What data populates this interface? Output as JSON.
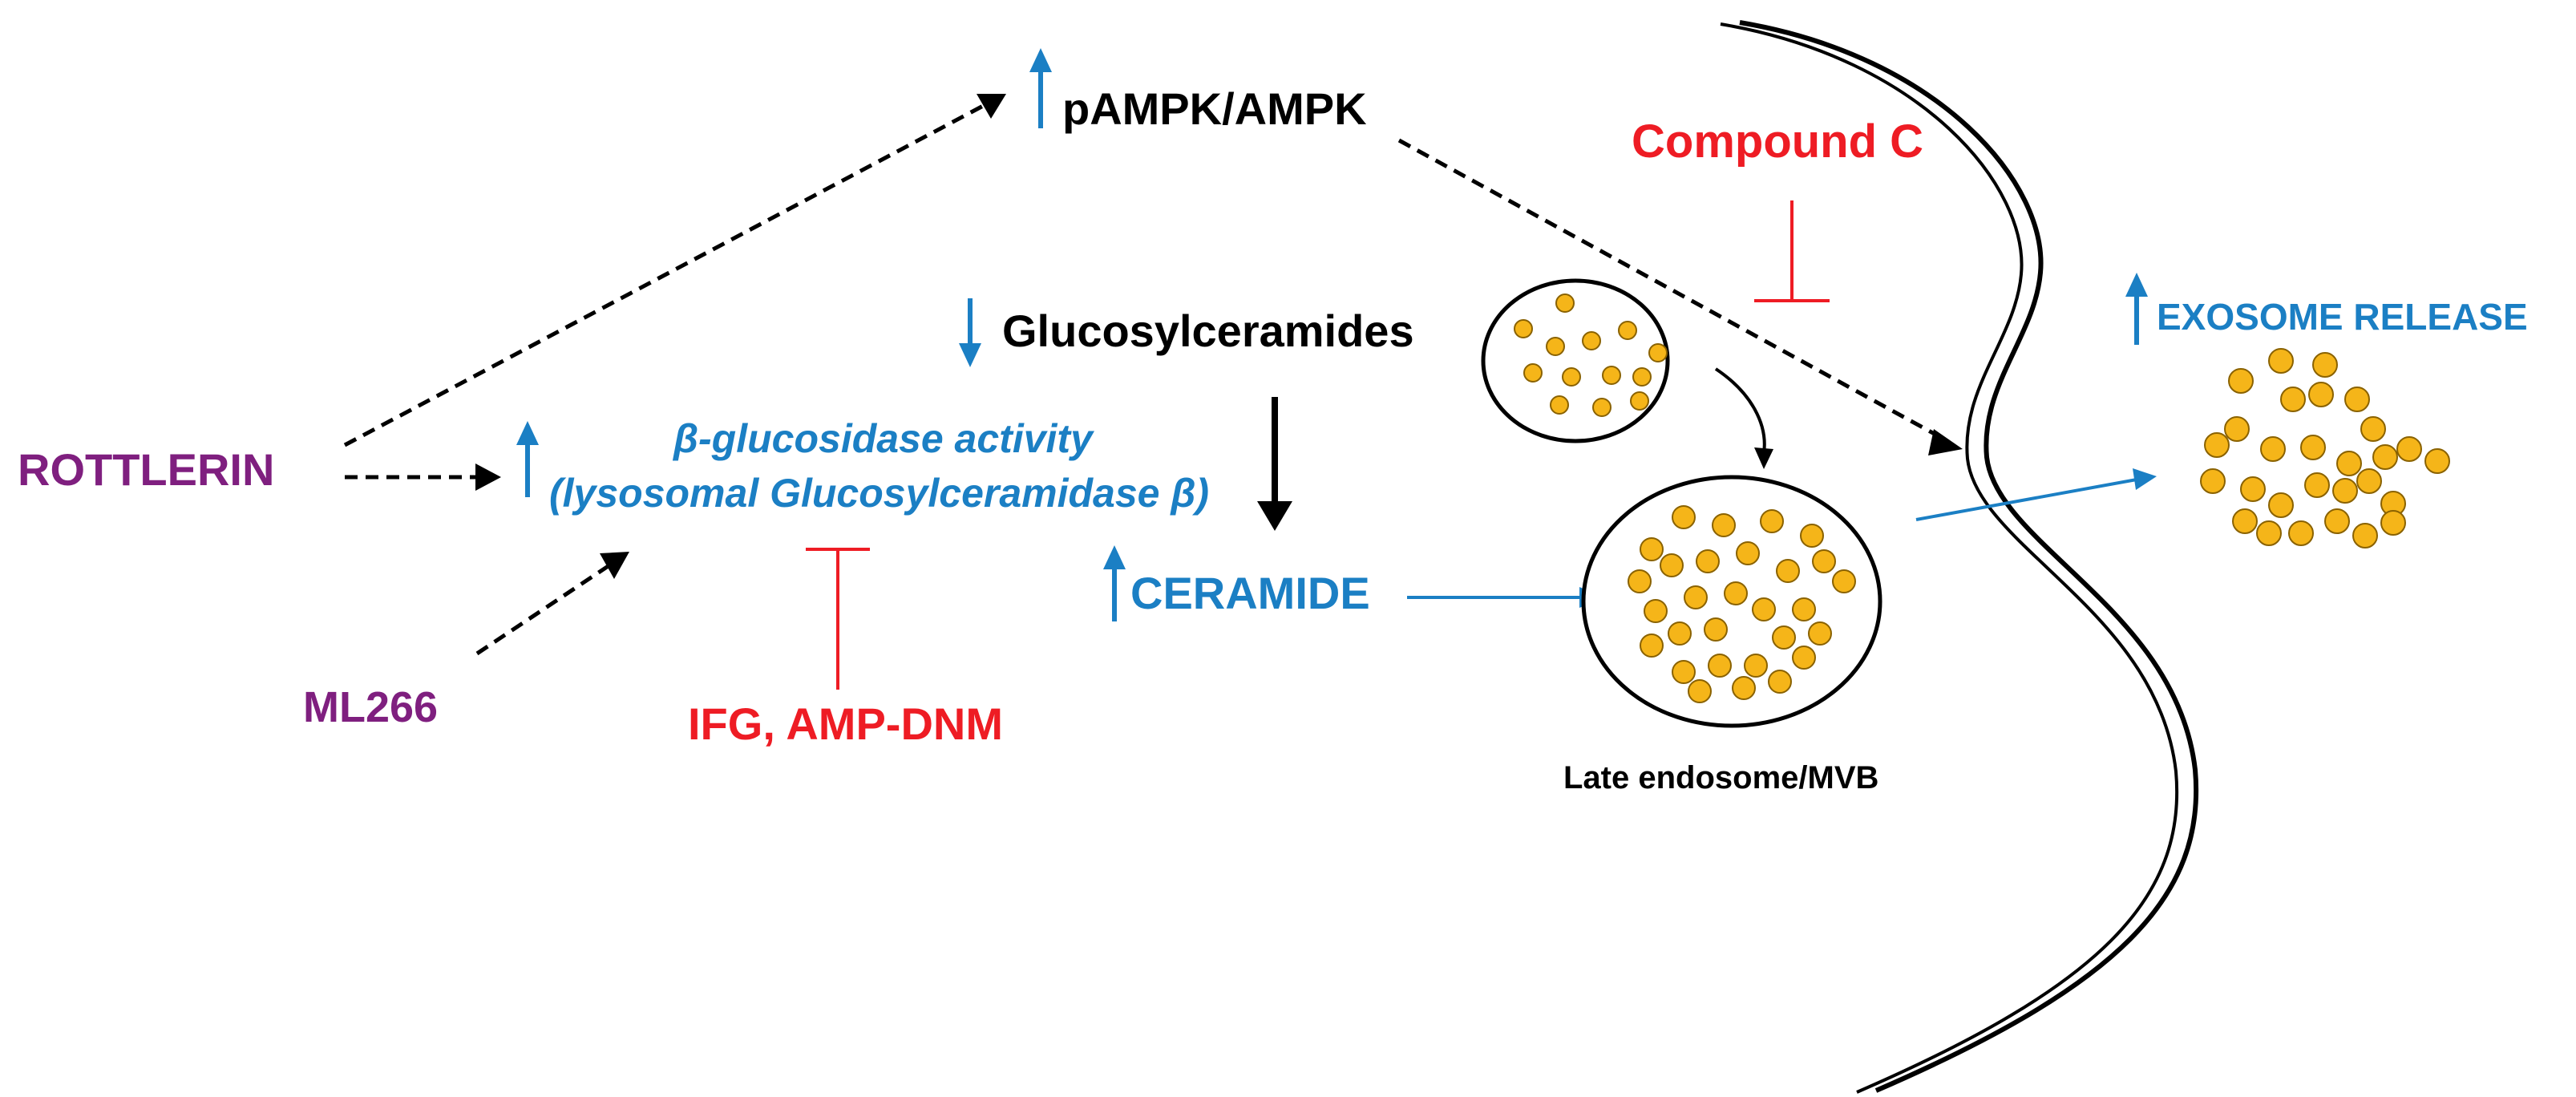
{
  "colors": {
    "purple": "#7f1f7f",
    "red": "#ee1c24",
    "blue": "#1b7fc4",
    "black": "#000000",
    "vesicle_fill": "#f5b519",
    "vesicle_stroke": "#8a6200"
  },
  "labels": {
    "rottlerin": "ROTTLERIN",
    "ml266": "ML266",
    "pampk": "pAMPK/AMPK",
    "compound_c": "Compound C",
    "glucosylceramides": "Glucosylceramides",
    "beta_glucosidase_line1": "β-glucosidase activity",
    "beta_glucosidase_line2": "(lysosomal Glucosylceramidase β)",
    "ceramide": "CERAMIDE",
    "ifg_amp_dnm": "IFG, AMP-DNM",
    "late_endosome": "Late endosome/MVB",
    "exosome_release": "EXOSOME RELEASE"
  },
  "indicators": {
    "pampk": "up",
    "glucosylceramides": "down",
    "beta_glucosidase": "up",
    "ceramide": "up",
    "exosome_release": "up"
  }
}
